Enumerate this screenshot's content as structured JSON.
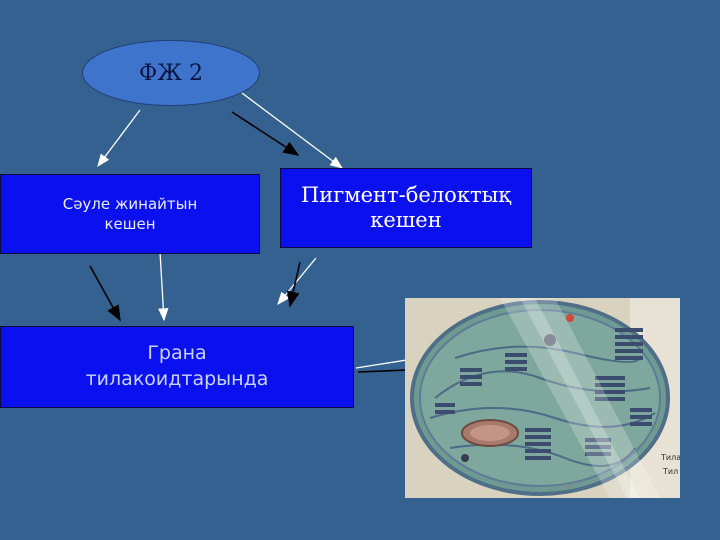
{
  "nodes": {
    "top": "ФЖ 2",
    "left": "Сәуле жинайтын кешен",
    "right": "Пигмент-белоктық кешен",
    "bottom": "Грана тилакоидтарында"
  },
  "photo": {
    "subject": "chloroplast cross-section illustration",
    "visible_text": [
      "Тила",
      "Тил"
    ]
  },
  "colors": {
    "background": "#34618f",
    "box_fill": "#0a10ee",
    "ellipse_fill": "#3f74cc"
  }
}
